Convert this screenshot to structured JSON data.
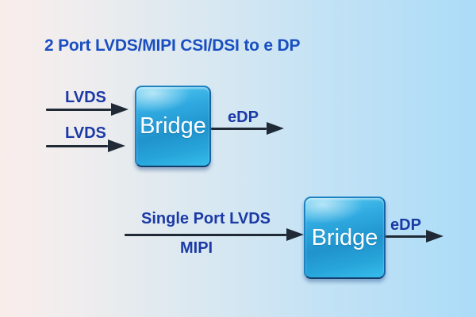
{
  "title": "2 Port LVDS/MIPI CSI/DSI to e DP",
  "colors": {
    "title_color": "#1a4fc0",
    "label_color": "#1b3aa6",
    "arrow_color": "#1f2a36",
    "box_text_color": "#ffffff",
    "box_fill_light": "#55c9f0",
    "box_fill_dark": "#2093cc",
    "box_border": "#1c82c2",
    "bg_left": "#f9edeb",
    "bg_right": "#abdcf8"
  },
  "diagrams": [
    {
      "id": "two-port-lvds-bridge",
      "inputs": [
        "LVDS",
        "LVDS"
      ],
      "block_label": "Bridge",
      "output_label": "eDP"
    },
    {
      "id": "single-port-bridge",
      "inputs": [
        "Single Port LVDS",
        "MIPI"
      ],
      "block_label": "Bridge",
      "output_label": "eDP"
    }
  ]
}
